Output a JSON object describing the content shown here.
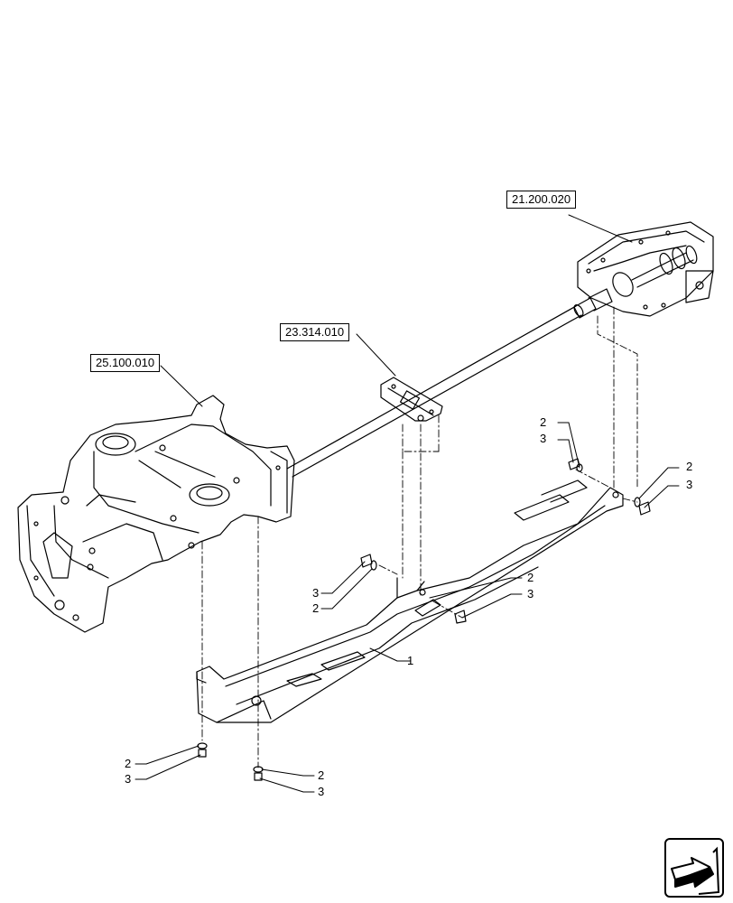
{
  "references": {
    "transmission": "21.200.020",
    "support": "23.314.010",
    "front_axle": "25.100.010"
  },
  "callouts": {
    "guard": "1",
    "washer": "2",
    "bolt": "3"
  },
  "nav_icon": "arrow-out-icon"
}
